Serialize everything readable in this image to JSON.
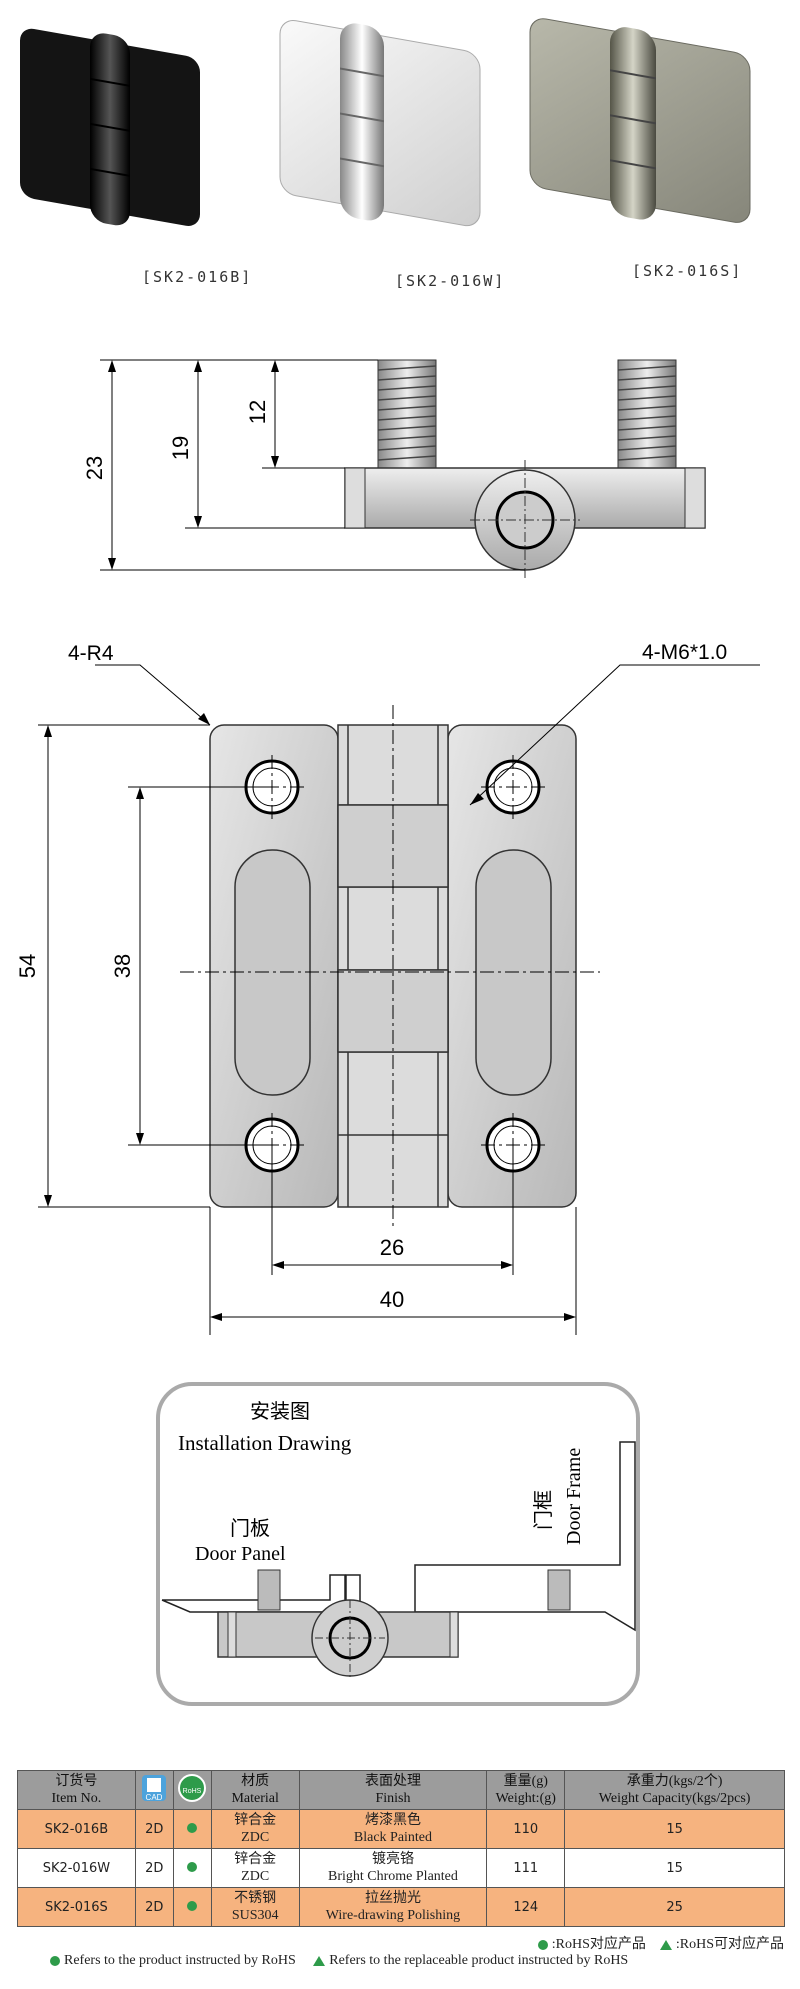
{
  "products": [
    {
      "code": "[SK2-016B]",
      "finish_color": "#1a1a1a"
    },
    {
      "code": "[SK2-016W]",
      "finish_color": "#d8d8d8"
    },
    {
      "code": "[SK2-016S]",
      "finish_color": "#9a9a8c"
    }
  ],
  "side_view": {
    "dim_23": "23",
    "dim_19": "19",
    "dim_12": "12"
  },
  "front_view": {
    "radius_label": "4-R4",
    "thread_label": "4-M6*1.0",
    "dim_54": "54",
    "dim_38": "38",
    "dim_26": "26",
    "dim_40": "40"
  },
  "installation": {
    "title_cn": "安装图",
    "title_en": "Installation Drawing",
    "door_panel_cn": "门板",
    "door_panel_en": "Door Panel",
    "door_frame_cn": "门框",
    "door_frame_en": "Door Frame"
  },
  "table": {
    "headers": [
      {
        "cn": "订货号",
        "en": "Item No."
      },
      {
        "icon": "cad-icon",
        "label": "CAD"
      },
      {
        "icon": "rohs-icon",
        "label": "RoHS"
      },
      {
        "cn": "材质",
        "en": "Material"
      },
      {
        "cn": "表面处理",
        "en": "Finish"
      },
      {
        "cn": "重量(g)",
        "en": "Weight:(g)"
      },
      {
        "cn": "承重力(kgs/2个)",
        "en": "Weight Capacity(kgs/2pcs)"
      }
    ],
    "rows": [
      {
        "item": "SK2-016B",
        "cad": "2D",
        "material_cn": "锌合金",
        "material_en": "ZDC",
        "finish_cn": "烤漆黑色",
        "finish_en": "Black Painted",
        "weight": "110",
        "capacity": "15"
      },
      {
        "item": "SK2-016W",
        "cad": "2D",
        "material_cn": "锌合金",
        "material_en": "ZDC",
        "finish_cn": "镀亮铬",
        "finish_en": "Bright Chrome Planted",
        "weight": "111",
        "capacity": "15"
      },
      {
        "item": "SK2-016S",
        "cad": "2D",
        "material_cn": "不锈钢",
        "material_en": "SUS304",
        "finish_cn": "拉丝抛光",
        "finish_en": "Wire-drawing Polishing",
        "weight": "124",
        "capacity": "25"
      }
    ]
  },
  "legend": {
    "rohs_cn": ":RoHS对应产品",
    "rohs_alt_cn": ":RoHS可对应产品",
    "rohs_en": "Refers to the product instructed by RoHS",
    "rohs_alt_en": "Refers to the replaceable product instructed by RoHS"
  },
  "colors": {
    "row_highlight": "#f6b37f",
    "header_bg": "#9c9c9c",
    "rohs_green": "#2e9b4a"
  }
}
